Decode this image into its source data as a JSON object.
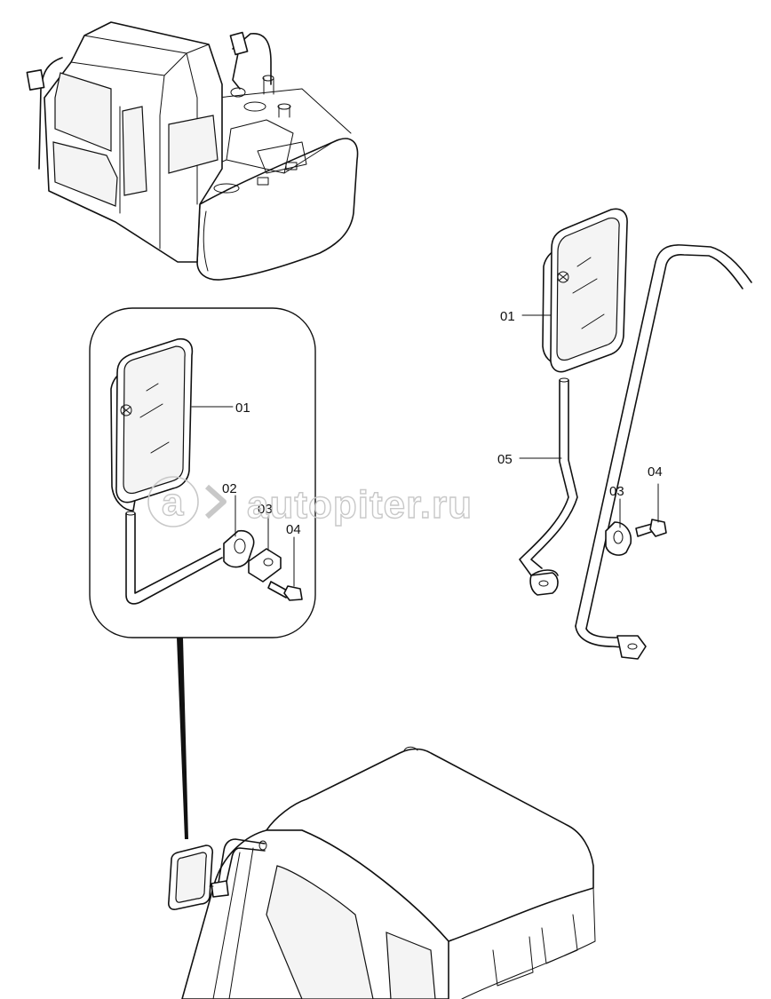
{
  "watermark": {
    "text": "autopiter.ru"
  },
  "callouts": {
    "detail_mirror": "01",
    "detail_bracket": "02",
    "detail_clamp": "03",
    "detail_bolt": "04",
    "right_mirror": "01",
    "right_stay": "05",
    "right_clamp": "03",
    "right_bolt": "04"
  }
}
